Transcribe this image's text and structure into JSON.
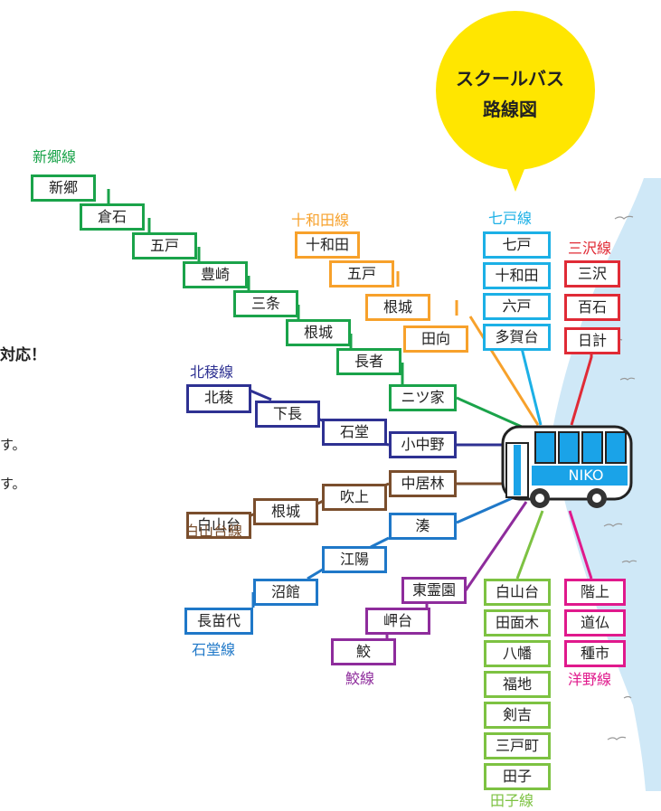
{
  "bubble": {
    "line1": "スクールバス",
    "line2": "路線図"
  },
  "side_text": {
    "t1": "対応！",
    "t2": "す。",
    "t3": "す。"
  },
  "bus": {
    "label": "NIKO"
  },
  "colors": {
    "shingo": "#1aa34a",
    "towada": "#f7a12b",
    "shichinohe": "#1cb0e6",
    "misawa": "#e02b36",
    "hokuryo": "#2e3192",
    "hakusandai": "#7a4e2d",
    "ishido": "#1f78c8",
    "same": "#8e2c9c",
    "tago": "#7dc242",
    "yono": "#e0198c",
    "bubble": "#ffe600",
    "sea": "#cfe8f7",
    "bus_blue": "#1aa3e8"
  },
  "lines": {
    "shingo": {
      "name": "新郷線",
      "stops": [
        "新郷",
        "倉石",
        "五戸",
        "豊崎",
        "三条",
        "根城",
        "長者"
      ]
    },
    "towada": {
      "name": "十和田線",
      "stops": [
        "十和田",
        "五戸",
        "根城",
        "田向"
      ]
    },
    "shichinohe": {
      "name": "七戸線",
      "stops": [
        "七戸",
        "十和田",
        "六戸",
        "多賀台"
      ]
    },
    "misawa": {
      "name": "三沢線",
      "stops": [
        "三沢",
        "百石",
        "日計"
      ]
    },
    "hokuryo": {
      "name": "北稜線",
      "stops": [
        "北稜",
        "下長",
        "石堂",
        "小中野"
      ]
    },
    "nitsuya": {
      "stops": [
        "ニツ家"
      ]
    },
    "hakusandai": {
      "name": "白山台線",
      "stops": [
        "白山台",
        "根城",
        "吹上",
        "中居林"
      ]
    },
    "ishido": {
      "name": "石堂線",
      "stops": [
        "湊",
        "江陽",
        "沼館",
        "長苗代"
      ]
    },
    "same": {
      "name": "鮫線",
      "stops": [
        "東霊園",
        "岬台",
        "鮫"
      ]
    },
    "tago": {
      "name": "田子線",
      "stops": [
        "白山台",
        "田面木",
        "八幡",
        "福地",
        "剣吉",
        "三戸町",
        "田子"
      ]
    },
    "yono": {
      "name": "洋野線",
      "stops": [
        "階上",
        "道仏",
        "種市"
      ]
    }
  }
}
